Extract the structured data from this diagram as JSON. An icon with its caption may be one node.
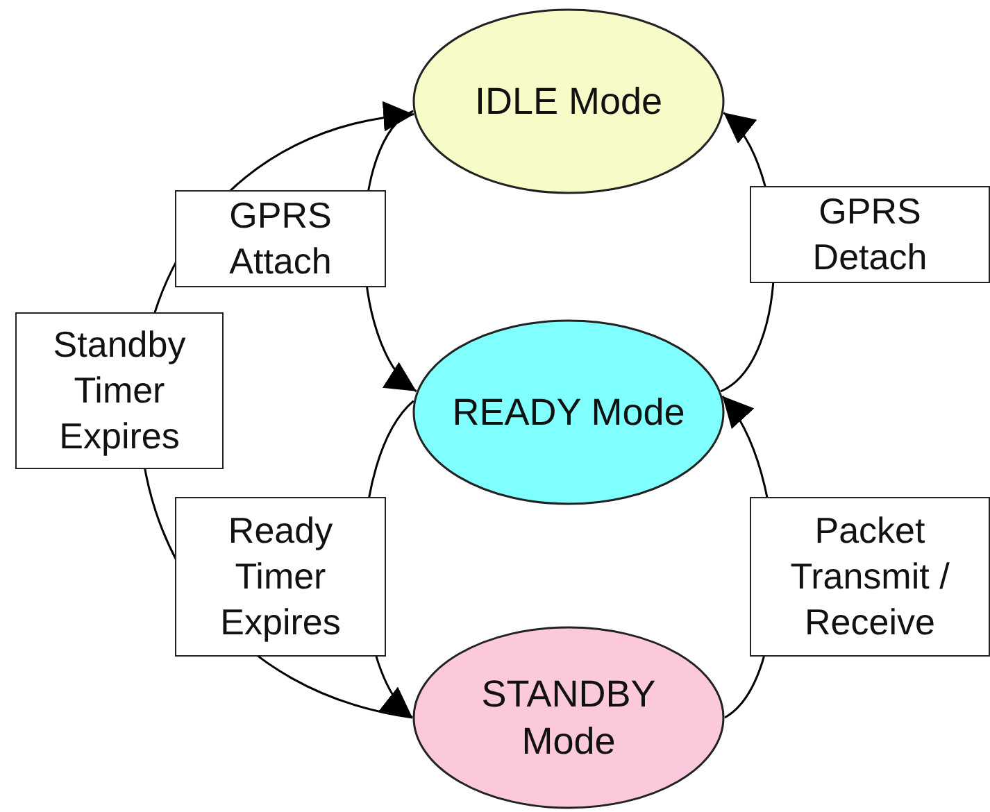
{
  "diagram": {
    "nodes": [
      {
        "text": [
          "IDLE Mode"
        ]
      },
      {
        "text": [
          "READY Mode"
        ]
      },
      {
        "text": [
          "STANDBY Mode"
        ]
      }
    ],
    "edges": [
      {
        "from": 0,
        "to": 1,
        "arrow": "to",
        "label": "GPRS Attach"
      },
      {
        "from": 1,
        "to": 0,
        "arrow": "to",
        "label": "GPRS Detach"
      },
      {
        "from": 2,
        "to": 0,
        "arrow": "to",
        "label": "Standby Timer Expires"
      },
      {
        "from": 1,
        "to": 2,
        "arrow": "to",
        "label": "Ready Timer Expires"
      },
      {
        "from": 2,
        "to": 1,
        "arrow": "to",
        "label": "Packet Transmit / Receive"
      }
    ]
  }
}
